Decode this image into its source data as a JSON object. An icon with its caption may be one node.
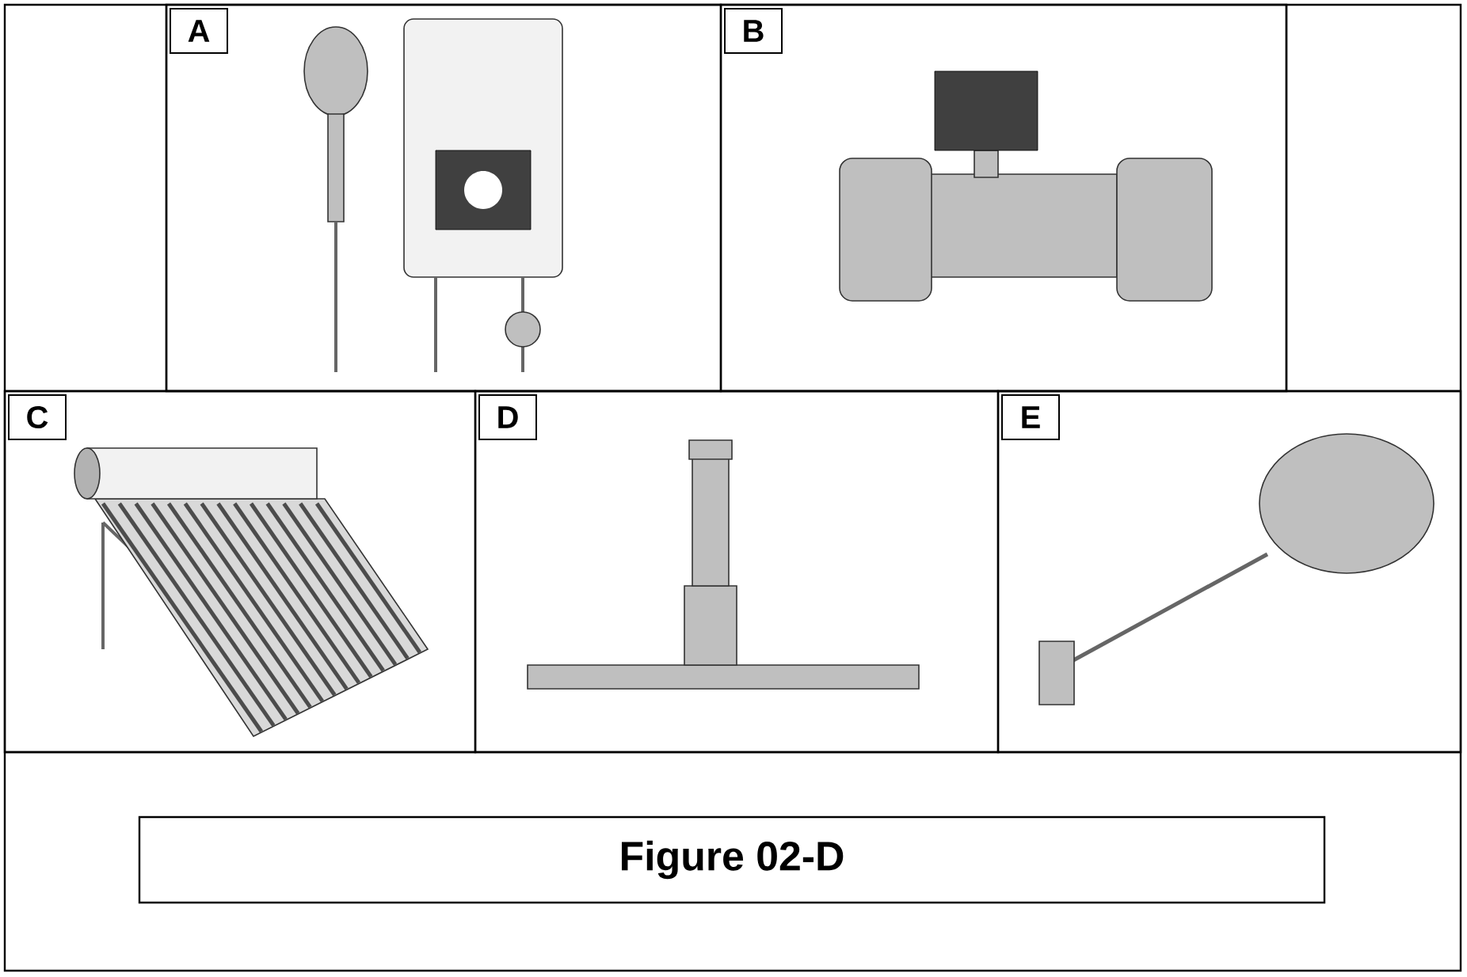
{
  "diagram": {
    "caption": "Figure 02-D",
    "nodes": [
      {
        "text": [
          "A"
        ]
      },
      {
        "text": [
          "B"
        ]
      },
      {
        "text": [
          "C"
        ]
      },
      {
        "text": [
          "D"
        ]
      },
      {
        "text": [
          "E"
        ]
      }
    ]
  }
}
